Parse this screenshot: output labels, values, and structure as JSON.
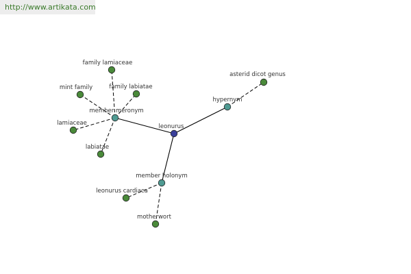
{
  "watermark": "http://www.artikata.com",
  "colors": {
    "root": "#3a3f9a",
    "relation": "#4f9a92",
    "leaf": "#4a8a3a"
  },
  "nodes": {
    "leonurus": {
      "label": "leonurus",
      "kind": "root"
    },
    "member_meronym": {
      "label": "member meronym",
      "kind": "relation"
    },
    "hypernym": {
      "label": "hypernym",
      "kind": "relation"
    },
    "member_holonym": {
      "label": "member holonym",
      "kind": "relation"
    },
    "family_lamiaceae": {
      "label": "family lamiaceae",
      "kind": "leaf"
    },
    "mint_family": {
      "label": "mint family",
      "kind": "leaf"
    },
    "family_labiatae": {
      "label": "family labiatae",
      "kind": "leaf"
    },
    "lamiaceae": {
      "label": "lamiaceae",
      "kind": "leaf"
    },
    "labiatae": {
      "label": "labiatae",
      "kind": "leaf"
    },
    "asterid_dicot_genus": {
      "label": "asterid dicot genus",
      "kind": "leaf"
    },
    "leonurus_cardiaca": {
      "label": "leonurus cardiaca",
      "kind": "leaf"
    },
    "motherwort": {
      "label": "motherwort",
      "kind": "leaf"
    }
  },
  "edges": [
    {
      "from": "leonurus",
      "to": "member_meronym",
      "style": "solid"
    },
    {
      "from": "leonurus",
      "to": "hypernym",
      "style": "solid"
    },
    {
      "from": "leonurus",
      "to": "member_holonym",
      "style": "solid"
    },
    {
      "from": "member_meronym",
      "to": "family_lamiaceae",
      "style": "dashed"
    },
    {
      "from": "member_meronym",
      "to": "mint_family",
      "style": "dashed"
    },
    {
      "from": "member_meronym",
      "to": "family_labiatae",
      "style": "dashed"
    },
    {
      "from": "member_meronym",
      "to": "lamiaceae",
      "style": "dashed"
    },
    {
      "from": "member_meronym",
      "to": "labiatae",
      "style": "dashed"
    },
    {
      "from": "hypernym",
      "to": "asterid_dicot_genus",
      "style": "dashed"
    },
    {
      "from": "member_holonym",
      "to": "leonurus_cardiaca",
      "style": "dashed"
    },
    {
      "from": "member_holonym",
      "to": "motherwort",
      "style": "dashed"
    }
  ]
}
